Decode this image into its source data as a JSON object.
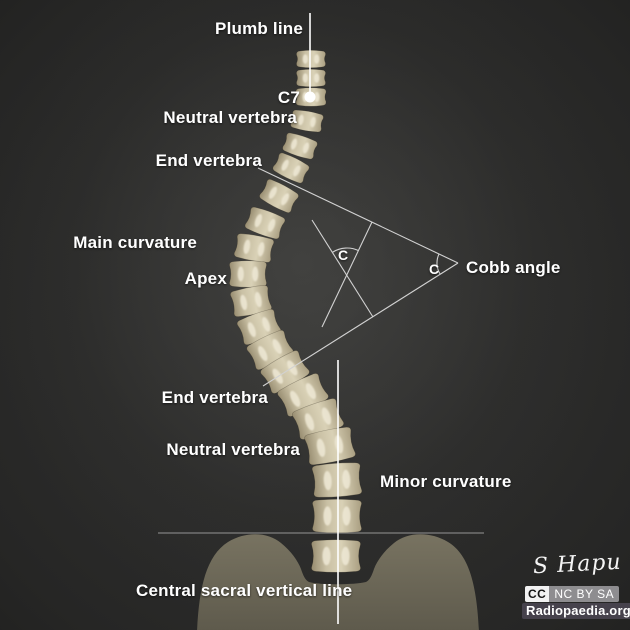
{
  "diagram": {
    "labels": {
      "plumb_line": "Plumb line",
      "c7": "C7",
      "neutral_vertebra_upper": "Neutral vertebra",
      "end_vertebra_upper": "End vertebra",
      "main_curvature": "Main curvature",
      "apex": "Apex",
      "cobb_angle": "Cobb angle",
      "end_vertebra_lower": "End vertebra",
      "neutral_vertebra_lower": "Neutral vertebra",
      "minor_curvature": "Minor curvature",
      "central_sacral_vertical_line": "Central sacral vertical line",
      "angle_symbol": "C"
    },
    "colors": {
      "background_center": "#3d3d3c",
      "background_edge": "#151514",
      "bone_light": "#d9d1b6",
      "bone_mid": "#cdc4a8",
      "bone_dark": "#9d9378",
      "bone_edge": "#aba081",
      "bone_highlight": "#efe9d6",
      "pelvis_top": "#787361",
      "pelvis_bottom": "#5e5a4c",
      "line": "#ffffff",
      "construction_line": "#d2d2d2",
      "thin_line": "#a8a8a8",
      "text": "#ffffff"
    }
  },
  "attribution": {
    "signature": "S Hapu",
    "cc_label": "CC",
    "license": "NC BY SA",
    "site": "Radiopaedia.org"
  }
}
